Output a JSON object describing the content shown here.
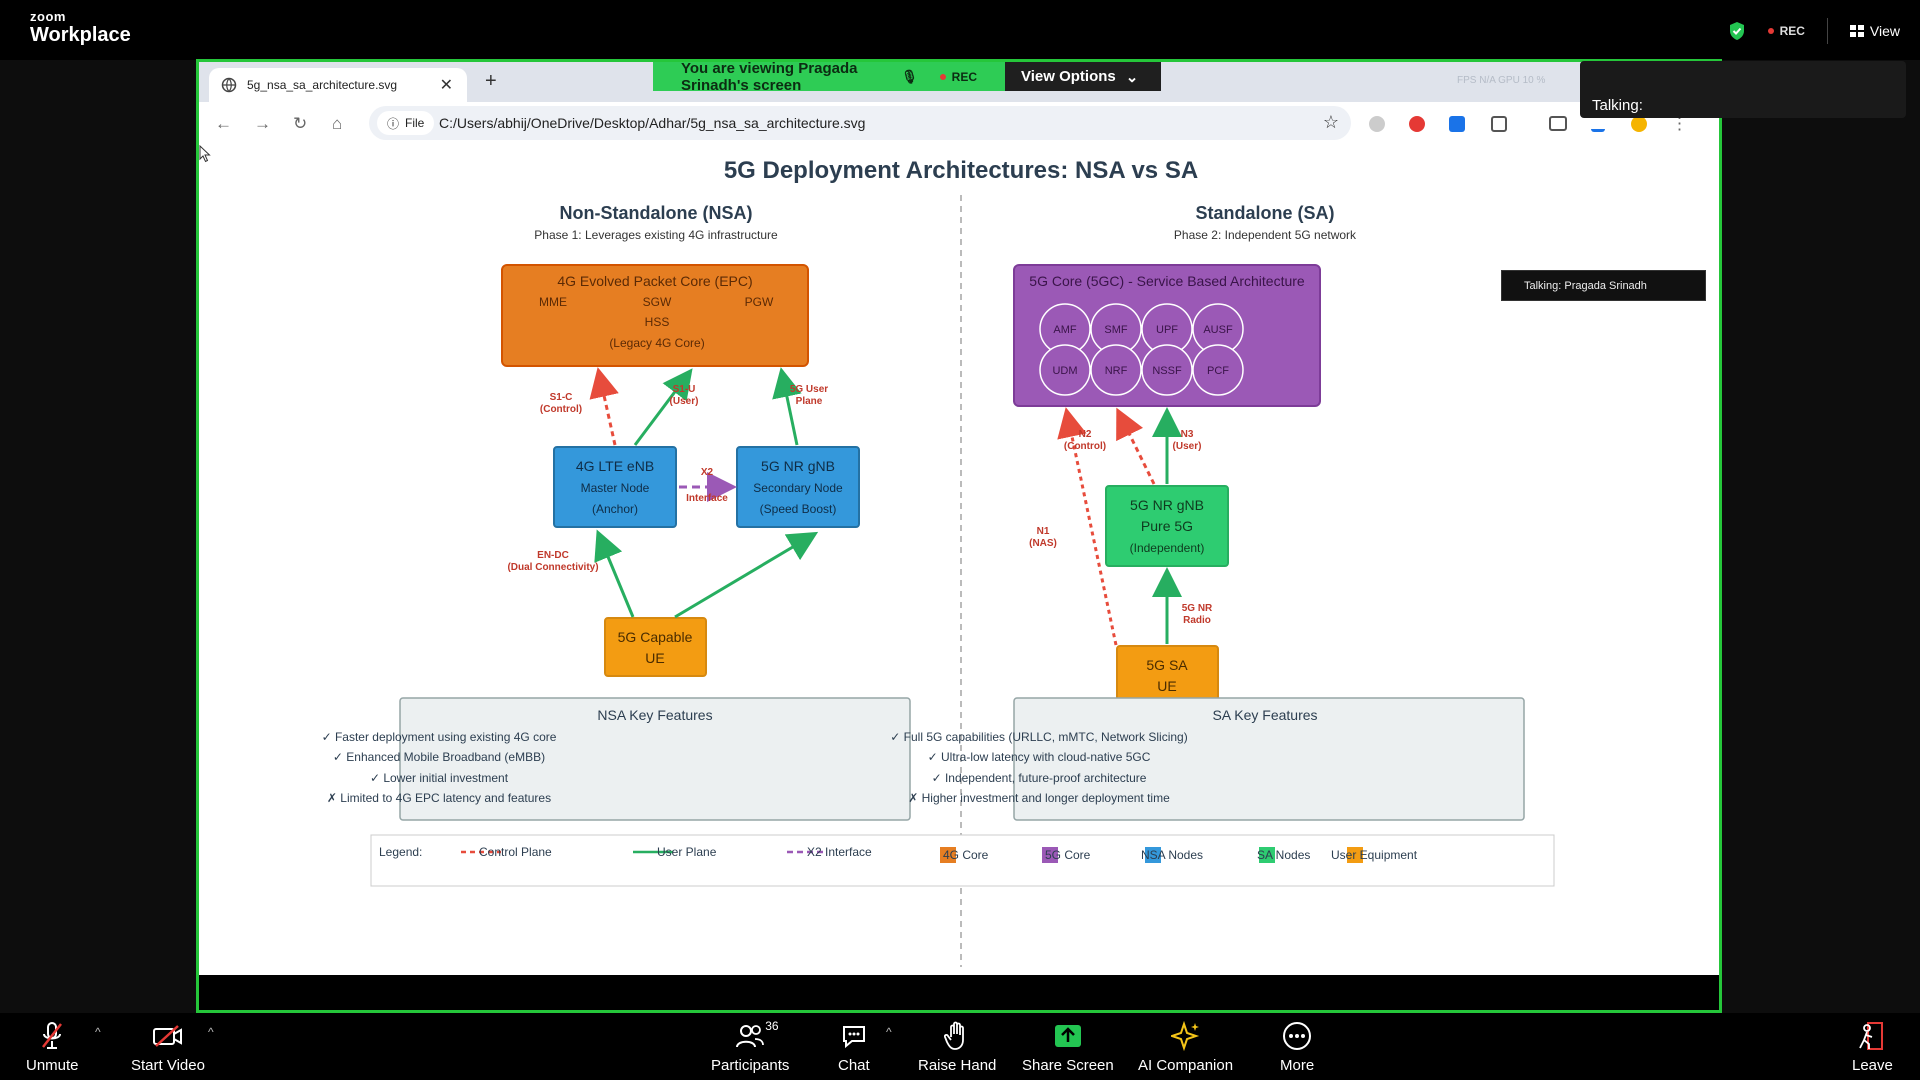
{
  "zoom": {
    "logo_line1": "zoom",
    "logo_line2": "Workplace",
    "rec_label": "REC",
    "view_label": "View",
    "talking_label": "Talking:",
    "talking_tooltip": "Talking: Pragada Srinadh",
    "viewing_banner": "You are viewing  Pragada Srinadh's screen",
    "banner_rec": "REC",
    "view_options_label": "View Options",
    "toolbar": {
      "unmute": "Unmute",
      "start_video": "Start Video",
      "participants": "Participants",
      "participants_count": "36",
      "chat": "Chat",
      "raise_hand": "Raise Hand",
      "share_screen": "Share Screen",
      "ai_companion": "AI Companion",
      "more": "More",
      "leave": "Leave"
    },
    "colors": {
      "share_border": "#25c63a",
      "share_screen_icon": "#23c552",
      "leave": "#e53935"
    }
  },
  "browser": {
    "tab_title": "5g_nsa_sa_architecture.svg",
    "file_chip": "File",
    "url": "C:/Users/abhij/OneDrive/Desktop/Adhar/5g_nsa_sa_architecture.svg",
    "fps_text": "FPS  N/A     GPU  10 %"
  },
  "diagram": {
    "title": "5G Deployment Architectures: NSA vs SA",
    "nsa": {
      "heading": "Non-Standalone (NSA)",
      "subheading": "Phase 1: Leverages existing 4G infrastructure",
      "epc": {
        "title": "4G Evolved Packet Core (EPC)",
        "mme": "MME",
        "sgw": "SGW",
        "pgw": "PGW",
        "hss": "HSS",
        "note": "(Legacy 4G Core)"
      },
      "enb": {
        "title": "4G LTE eNB",
        "line2": "Master Node",
        "line3": "(Anchor)"
      },
      "gnb": {
        "title": "5G NR gNB",
        "line2": "Secondary Node",
        "line3": "(Speed Boost)"
      },
      "ue": {
        "line1": "5G Capable",
        "line2": "UE"
      },
      "s1c_1": "S1-C",
      "s1c_2": "(Control)",
      "s1u_1": "S1-U",
      "s1u_2": "(User)",
      "up_1": "5G User",
      "up_2": "Plane",
      "x2_1": "X2",
      "x2_2": "Interface",
      "endc_1": "EN-DC",
      "endc_2": "(Dual Connectivity)",
      "features_title": "NSA Key Features",
      "features": [
        "✓ Faster deployment using existing 4G core",
        "✓ Enhanced Mobile Broadband (eMBB)",
        "✓ Lower initial investment",
        "✗ Limited to 4G EPC latency and features"
      ]
    },
    "sa": {
      "heading": "Standalone (SA)",
      "subheading": "Phase 2: Independent 5G network",
      "core_title": "5G Core (5GC) - Service Based Architecture",
      "functions": [
        "AMF",
        "SMF",
        "UPF",
        "AUSF",
        "UDM",
        "NRF",
        "NSSF",
        "PCF"
      ],
      "gnb": {
        "title": "5G NR gNB",
        "line2": "Pure 5G",
        "line3": "(Independent)"
      },
      "ue": {
        "line1": "5G SA",
        "line2": "UE"
      },
      "n2_1": "N2",
      "n2_2": "(Control)",
      "n3_1": "N3",
      "n3_2": "(User)",
      "n1_1": "N1",
      "n1_2": "(NAS)",
      "radio_1": "5G NR",
      "radio_2": "Radio",
      "features_title": "SA Key Features",
      "features": [
        "✓ Full 5G capabilities (URLLC, mMTC, Network Slicing)",
        "✓ Ultra-low latency with cloud-native 5GC",
        "✓ Independent, future-proof architecture",
        "✗ Higher investment and longer deployment time"
      ]
    },
    "legend": {
      "label": "Legend:",
      "control": "Control Plane",
      "user": "User Plane",
      "x2": "X2 Interface",
      "core4g": "4G Core",
      "core5g": "5G Core",
      "nsa_nodes": "NSA Nodes",
      "sa_nodes": "SA Nodes",
      "ue": "User Equipment"
    },
    "colors": {
      "epc": "#e67e22",
      "core5g": "#9b59b6",
      "nsa_node": "#3498db",
      "sa_node": "#2ecc71",
      "ue": "#f39c12",
      "control": "#e74c3c",
      "user": "#27ae60",
      "x2": "#9b59b6",
      "text": "#2c3e50"
    }
  }
}
